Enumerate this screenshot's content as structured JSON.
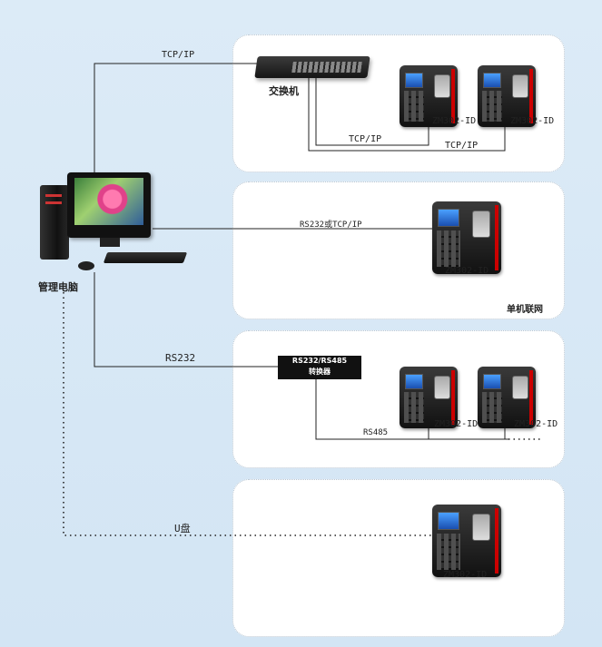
{
  "diagram": {
    "pc_label": "管理电脑",
    "switch_label": "交换机",
    "converter": {
      "line1": "RS232/RS485",
      "line2": "转换器"
    },
    "links": {
      "top_tcpip": "TCP/IP",
      "inner_tcpip_1": "TCP/IP",
      "inner_tcpip_2": "TCP/IP",
      "single": "RS232或TCP/IP",
      "rs232": "RS232",
      "rs485": "RS485",
      "usb": "U盘"
    },
    "standalone_label": "单机联网",
    "devices": [
      {
        "label": "ZM302-ID"
      },
      {
        "label": "ZM302-ID"
      },
      {
        "label": "ZM302-ID"
      },
      {
        "label": "ZM302-ID"
      },
      {
        "label": "ZM302-ID"
      },
      {
        "label": "ZM302-ID"
      }
    ],
    "colors": {
      "background": "#d6e8f5",
      "line": "#222222"
    }
  }
}
